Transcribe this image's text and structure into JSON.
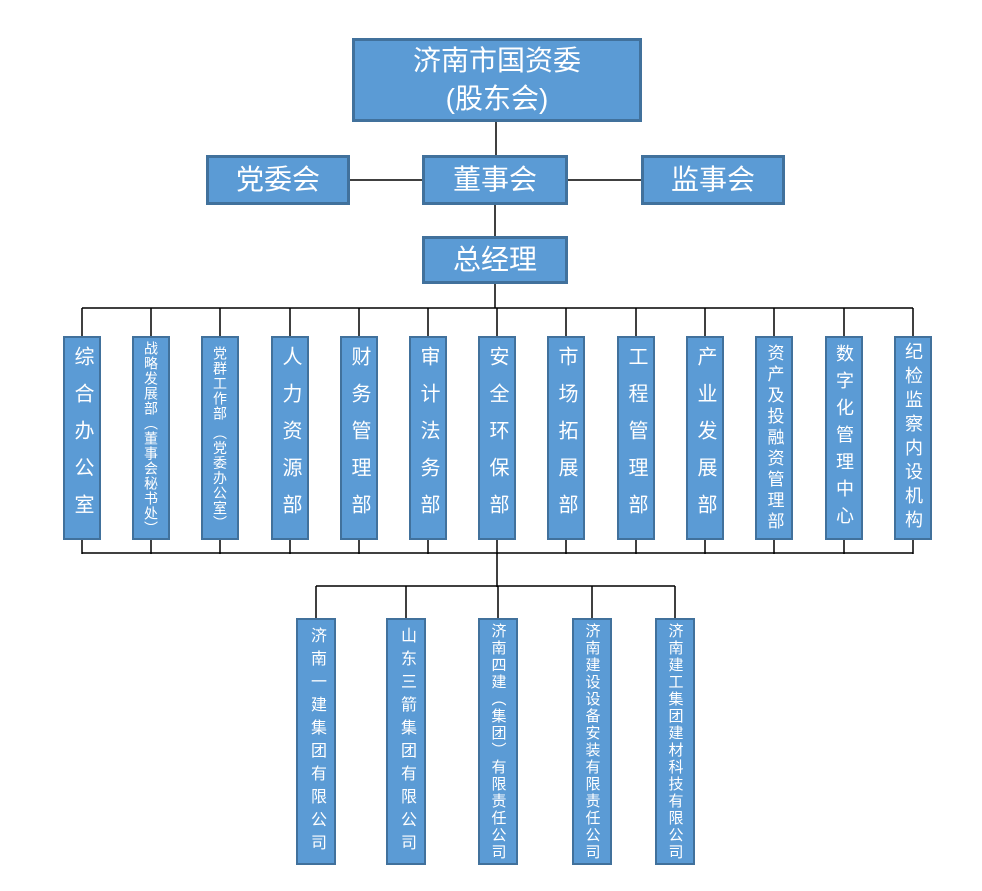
{
  "org": {
    "root": {
      "line1": "济南市国资委",
      "line2": "(股东会)"
    },
    "governance": {
      "party_committee": "党委会",
      "board_of_directors": "董事会",
      "supervisory_board": "监事会",
      "general_manager": "总经理"
    },
    "departments": [
      "综合办公室",
      "战略发展部（董事会秘书处）",
      "党群工作部 （党委办公室）",
      "人力资源部",
      "财务管理部",
      "审计法务部",
      "安全环保部",
      "市场拓展部",
      "工程管理部",
      "产业发展部",
      "资产及投融资管理部",
      "数字化管理中心",
      "纪检监察内设机构"
    ],
    "subsidiaries": [
      "济南一建集团有限公司",
      "山东三箭集团有限公司",
      "济南四建（集团）有限责任公司",
      "济南建设设备安装有限责任公司",
      "济南建工集团建材科技有限公司"
    ],
    "colors": {
      "box_fill": "#5B9BD5",
      "box_border": "#41719C",
      "text": "#FFFFFF",
      "connector": "#000000"
    }
  }
}
